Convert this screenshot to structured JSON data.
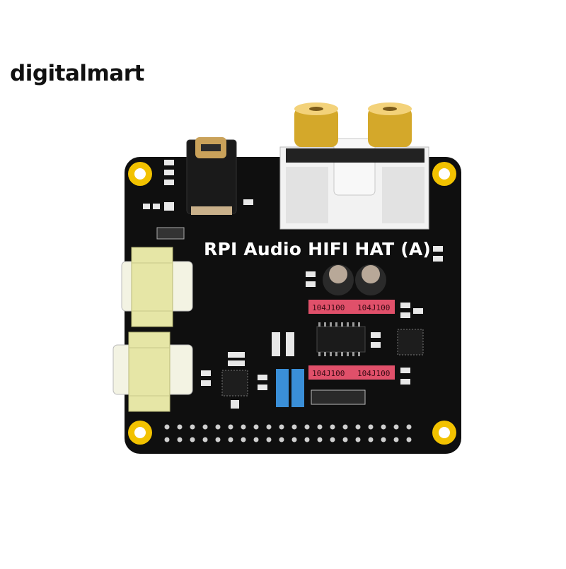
{
  "brand": {
    "name": "digitalmart"
  },
  "product": {
    "board_title": "RPI Audio HIFI HAT (A)"
  },
  "capacitors": [
    {
      "label": "104J100"
    },
    {
      "label": "104J100"
    },
    {
      "label": "104J100"
    },
    {
      "label": "104J100"
    }
  ],
  "colors": {
    "background": "#ffffff",
    "pcb": "#0f0f0f",
    "mount_hole": "#f2c200",
    "gold": "#d4a82a",
    "film_cap": "#e0506a",
    "blue_cap": "#3a8fd8",
    "transformer": "#e6e6a6",
    "jack_housing": "#f2f2f2"
  }
}
